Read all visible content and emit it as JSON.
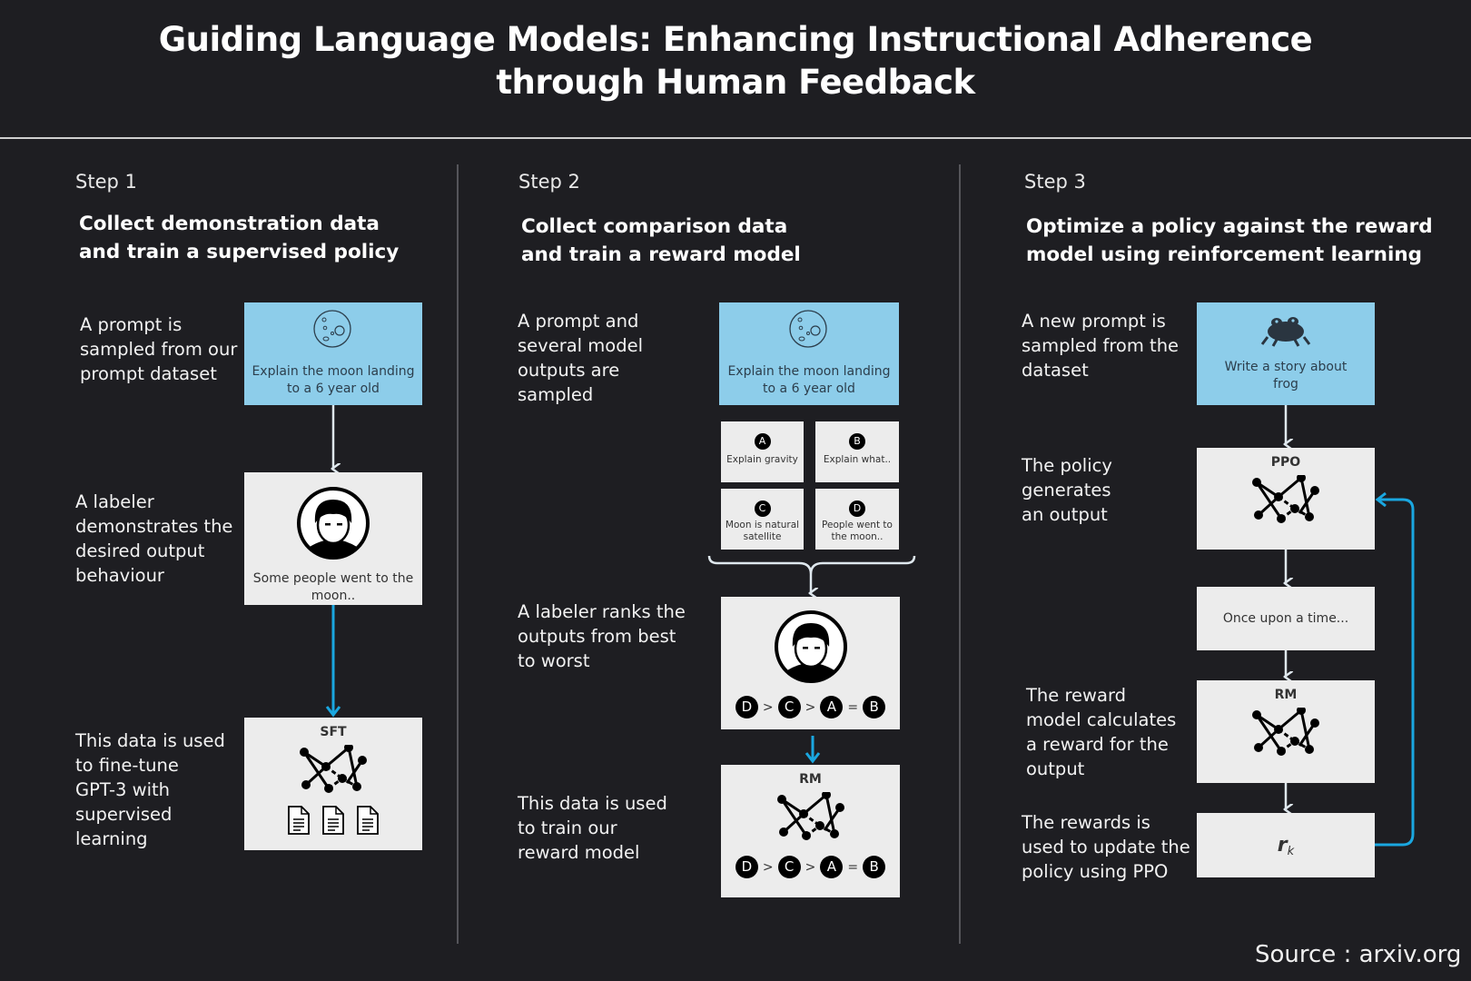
{
  "title": {
    "line1": "Guiding Language Models: Enhancing Instructional Adherence",
    "line2": "through Human Feedback"
  },
  "step1": {
    "label": "Step 1",
    "heading": [
      "Collect demonstration data",
      "and train a supervised policy"
    ],
    "desc1": [
      "A prompt is",
      "sampled from our",
      "prompt dataset"
    ],
    "prompt_box": [
      "Explain the moon landing",
      "to a 6 year old"
    ],
    "desc2": [
      "A labeler",
      "demonstrates  the",
      "desired output",
      "behaviour"
    ],
    "labeler_box": [
      "Some people went to the",
      "moon.."
    ],
    "desc3": [
      "This data is used",
      "to fine-tune",
      "GPT-3 with",
      "supervised",
      "learning"
    ],
    "model_label": "SFT"
  },
  "step2": {
    "label": "Step 2",
    "heading": [
      "Collect comparison data",
      "and train a reward model"
    ],
    "desc1": [
      "A prompt and",
      "several model",
      "outputs are",
      "sampled"
    ],
    "prompt_box": [
      "Explain the moon landing",
      "to a 6 year old"
    ],
    "outputs": [
      {
        "letter": "A",
        "text": [
          "Explain gravity"
        ]
      },
      {
        "letter": "B",
        "text": [
          "Explain what.."
        ]
      },
      {
        "letter": "C",
        "text": [
          "Moon is natural",
          "satellite"
        ]
      },
      {
        "letter": "D",
        "text": [
          "People went to",
          "the moon.."
        ]
      }
    ],
    "desc2": [
      "A labeler ranks the",
      "outputs from best",
      "to worst"
    ],
    "ranking": [
      "D",
      ">",
      "C",
      ">",
      "A",
      "=",
      "B"
    ],
    "desc3": [
      "This data is used",
      "to train our",
      "reward model"
    ],
    "model_label": "RM"
  },
  "step3": {
    "label": "Step 3",
    "heading": [
      "Optimize a policy against the reward",
      "model using reinforcement learning"
    ],
    "desc1": [
      "A new prompt is",
      "sampled from the",
      "dataset"
    ],
    "prompt_box": [
      "Write a story about",
      "frog"
    ],
    "desc2": [
      "The policy",
      "generates",
      "an output"
    ],
    "policy_label": "PPO",
    "output_text": "Once upon a time...",
    "desc3": [
      "The reward",
      "model calculates",
      "a reward for the",
      "output"
    ],
    "rm_label": "RM",
    "desc4": [
      "The rewards is",
      "used to update the",
      "policy using PPO"
    ],
    "reward_symbol": "r",
    "reward_subscript": "k"
  },
  "source": "Source : arxiv.org",
  "colors": {
    "background": "#1e1e22",
    "prompt_box": "#8dcdea",
    "accent": "#1aa7e0",
    "box": "#ececec"
  }
}
